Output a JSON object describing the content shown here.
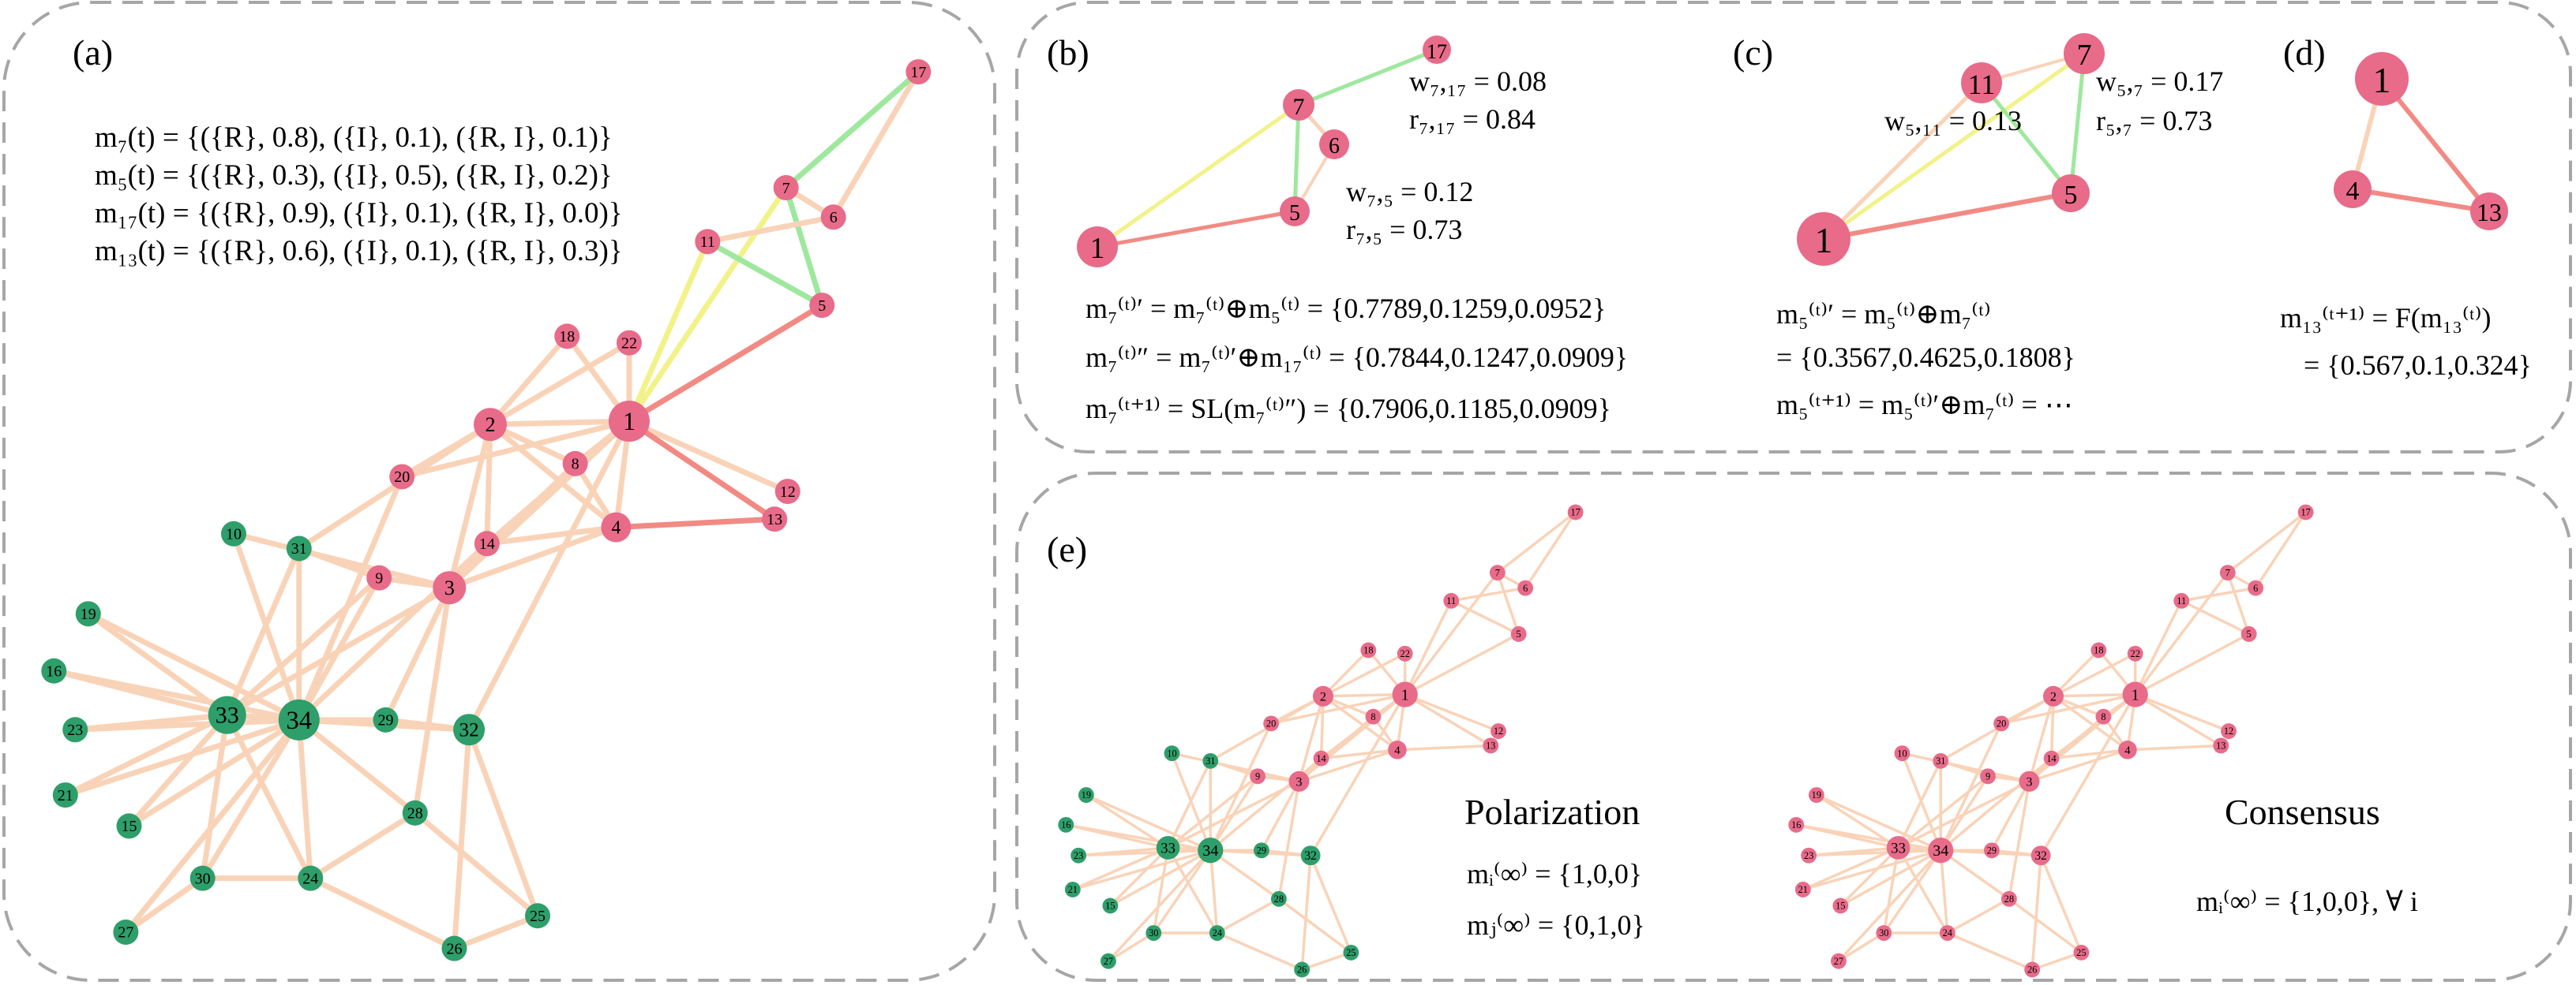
{
  "panels": {
    "a": {
      "label": "(a)"
    },
    "b": {
      "label": "(b)"
    },
    "c": {
      "label": "(c)"
    },
    "d": {
      "label": "(d)"
    },
    "e": {
      "label": "(e)"
    }
  },
  "panel_a_formulas": [
    "m₇(t) = {({R}, 0.8), ({I}, 0.1), ({R, I}, 0.1)}",
    "m₅(t) = {({R}, 0.3), ({I}, 0.5), ({R, I}, 0.2)}",
    "m₁₇(t) = {({R}, 0.9), ({I}, 0.1), ({R, I}, 0.0)}",
    "m₁₃(t) = {({R}, 0.6), ({I}, 0.1), ({R, I}, 0.3)}"
  ],
  "panel_b": {
    "w717": "w₇,₁₇ = 0.08",
    "r717": "r₇,₁₇ = 0.84",
    "w75": "w₇,₅ = 0.12",
    "r75": "r₇,₅ = 0.73",
    "eq1": "m₇⁽ᵗ⁾′ = m₇⁽ᵗ⁾⊕m₅⁽ᵗ⁾ = {0.7789,0.1259,0.0952}",
    "eq2": "m₇⁽ᵗ⁾″ = m₇⁽ᵗ⁾′⊕m₁₇⁽ᵗ⁾ = {0.7844,0.1247,0.0909}",
    "eq3": "m₇⁽ᵗ⁺¹⁾ = SL(m₇⁽ᵗ⁾″) = {0.7906,0.1185,0.0909}"
  },
  "panel_c": {
    "w57": "w₅,₇ = 0.17",
    "r57": "r₅,₇ = 0.73",
    "w511": "w₅,₁₁ = 0.13",
    "eq1": "m₅⁽ᵗ⁾′ = m₅⁽ᵗ⁾⊕m₇⁽ᵗ⁾",
    "eq2": "= {0.3567,0.4625,0.1808}",
    "eq3": "m₅⁽ᵗ⁺¹⁾ = m₅⁽ᵗ⁾′⊕m₇⁽ᵗ⁾ = ⋯"
  },
  "panel_d": {
    "eq1": "m₁₃⁽ᵗ⁺¹⁾ = F(m₁₃⁽ᵗ⁾)",
    "eq2": "= {0.567,0.1,0.324}"
  },
  "panel_e": {
    "left_title": "Polarization",
    "left_eq1": "mᵢ⁽∞⁾ = {1,0,0}",
    "left_eq2": "mⱼ⁽∞⁾ = {0,1,0}",
    "right_title": "Consensus",
    "right_eq": "mᵢ⁽∞⁾ = {1,0,0}, ∀ i"
  },
  "node_labels": [
    "1",
    "2",
    "3",
    "4",
    "5",
    "6",
    "7",
    "8",
    "9",
    "10",
    "11",
    "12",
    "13",
    "14",
    "15",
    "16",
    "17",
    "18",
    "19",
    "20",
    "21",
    "22",
    "23",
    "24",
    "25",
    "26",
    "27",
    "28",
    "29",
    "30",
    "31",
    "32",
    "33",
    "34"
  ],
  "colors": {
    "pink": "#e86b8a",
    "green": "#2e9e6a",
    "edge_peach": "#f9d3b8",
    "edge_red": "#f28a84",
    "edge_green": "#9ee89e",
    "edge_yellow": "#f2f28a",
    "border": "#a6a6a6"
  }
}
